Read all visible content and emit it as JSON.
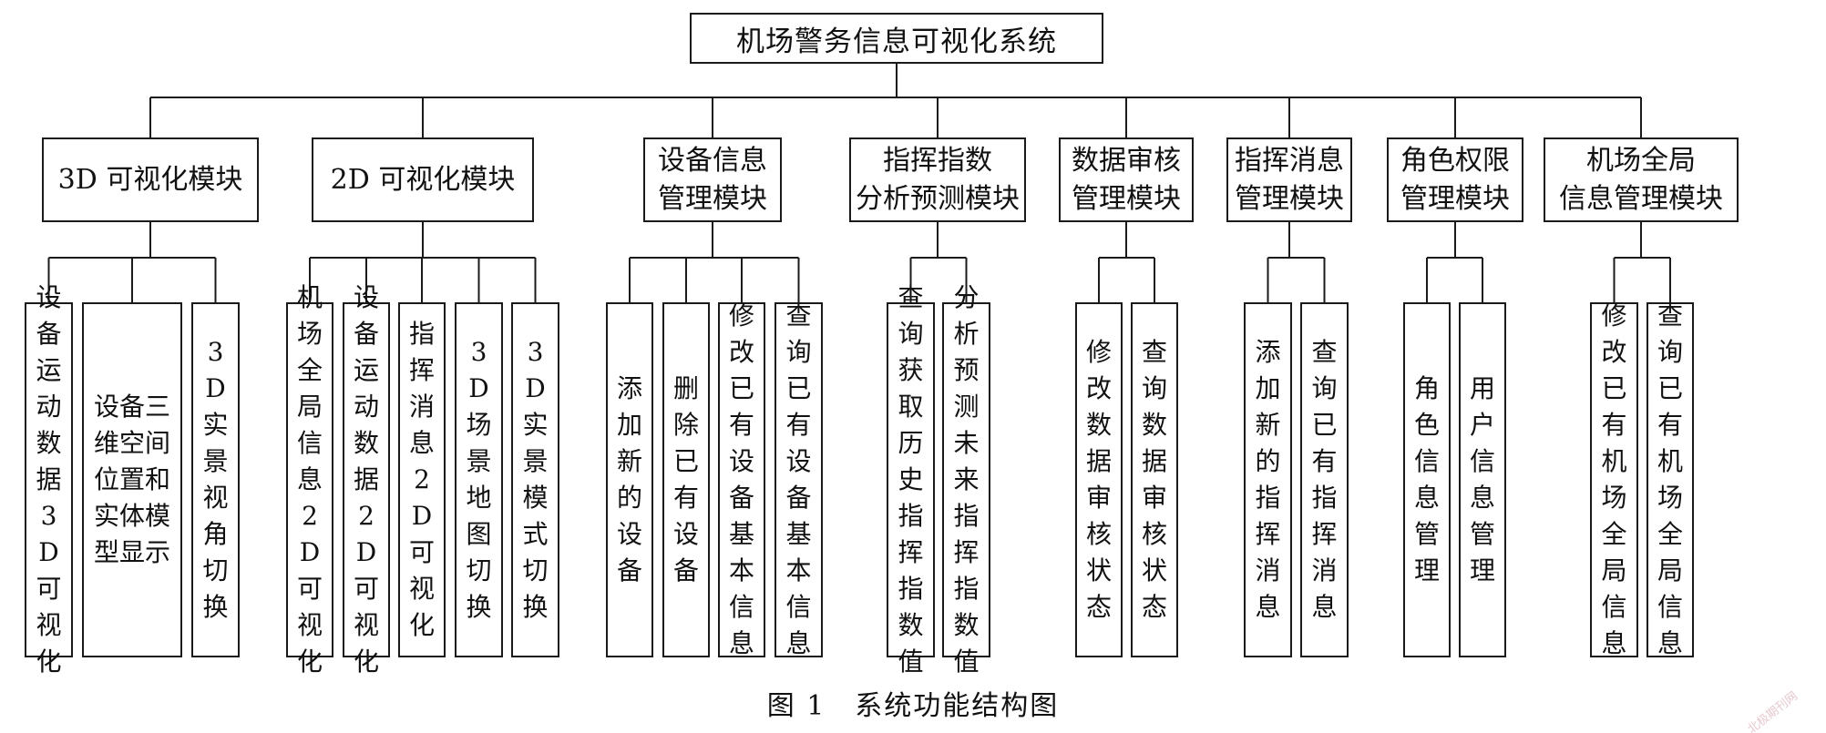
{
  "diagram": {
    "root": "机场警务信息可视化系统",
    "modules": [
      {
        "label": "3D 可视化模块",
        "functions": [
          "设备运动数据3D可视化",
          "设备三维空间位置和实体模型显示",
          "3D实景视角切换"
        ]
      },
      {
        "label": "2D 可视化模块",
        "functions": [
          "机场全局信息2D可视化",
          "设备运动数据2D可视化",
          "指挥消息2D可视化",
          "3D场景地图切换",
          "3D实景模式切换"
        ]
      },
      {
        "label": "设备信息\n管理模块",
        "functions": [
          "添加新的设备",
          "删除已有设备",
          "修改已有设备基本信息",
          "查询已有设备基本信息"
        ]
      },
      {
        "label": "指挥指数\n分析预测模块",
        "functions": [
          "查询获取历史指挥指数值",
          "分析预测未来指挥指数值"
        ]
      },
      {
        "label": "数据审核\n管理模块",
        "functions": [
          "修改数据审核状态",
          "查询数据审核状态"
        ]
      },
      {
        "label": "指挥消息\n管理模块",
        "functions": [
          "添加新的指挥消息",
          "查询已有指挥消息"
        ]
      },
      {
        "label": "角色权限\n管理模块",
        "functions": [
          "角色信息管理",
          "用户信息管理"
        ]
      },
      {
        "label": "机场全局\n信息管理模块",
        "functions": [
          "修改已有机场全局信息",
          "查询已有机场全局信息"
        ]
      }
    ],
    "caption": "图 1　系统功能结构图",
    "watermark": "北极期刊网"
  }
}
